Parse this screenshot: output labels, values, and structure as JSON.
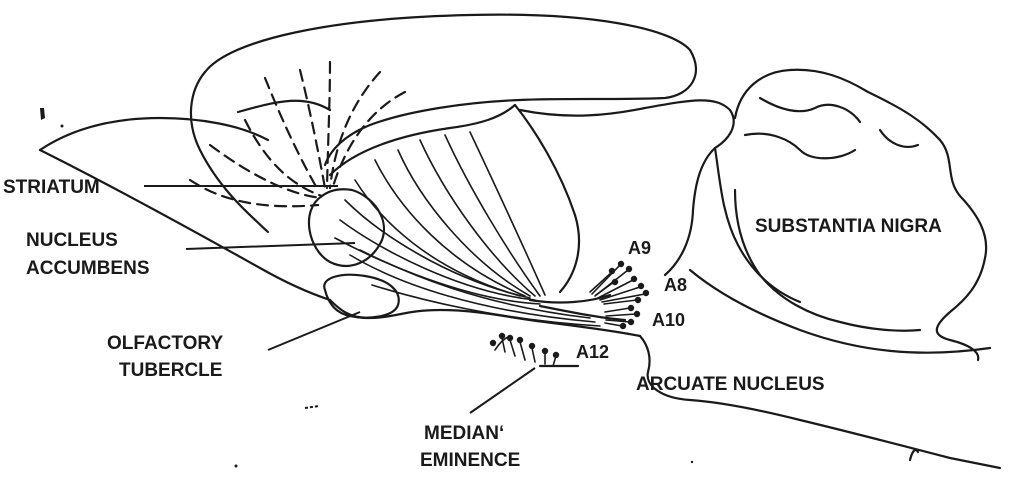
{
  "labels": {
    "striatum": "STRIATUM",
    "nucleus_accumbens_line1": "NUCLEUS",
    "nucleus_accumbens_line2": "ACCUMBENS",
    "olfactory_tubercle_line1": "OLFACTORY",
    "olfactory_tubercle_line2": "TUBERCLE",
    "substantia_nigra": "SUBSTANTIA NIGRA",
    "a9": "A9",
    "a8": "A8",
    "a10": "A10",
    "a12": "A12",
    "arcuate_nucleus": "ARCUATE NUCLEUS",
    "median_eminence_line1": "MEDIAN‘",
    "median_eminence_line2": "EMINENCE"
  }
}
